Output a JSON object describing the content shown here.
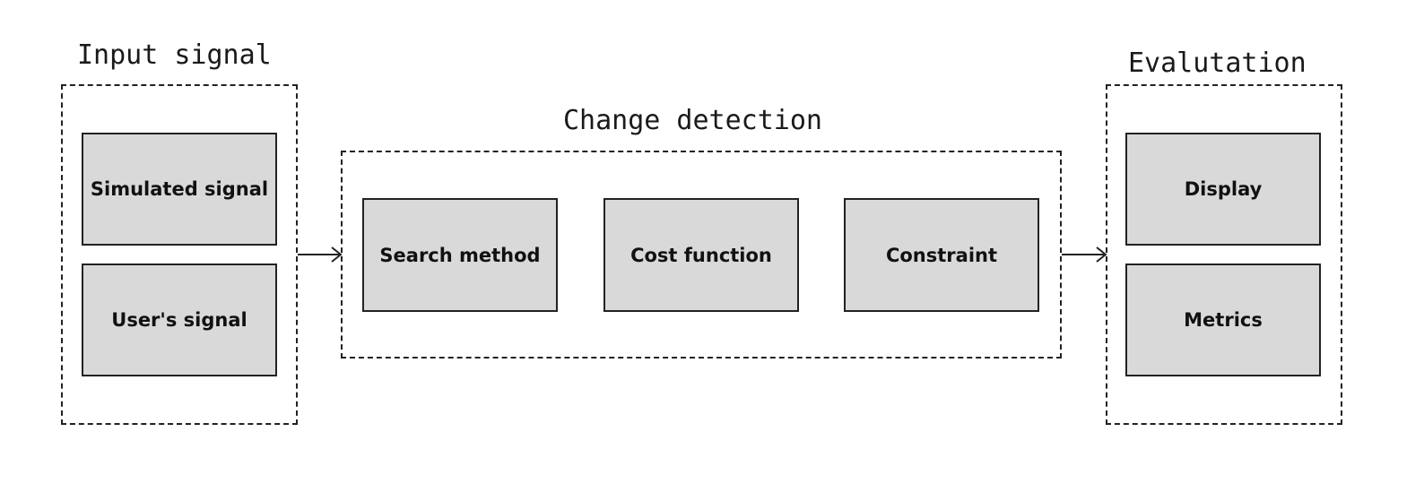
{
  "groups": {
    "input": {
      "title": "Input signal",
      "blocks": [
        "Simulated signal",
        "User's signal"
      ]
    },
    "detection": {
      "title": "Change detection",
      "blocks": [
        "Search method",
        "Cost function",
        "Constraint"
      ]
    },
    "evaluation": {
      "title": "Evalutation",
      "blocks": [
        "Display",
        "Metrics"
      ]
    }
  },
  "colors": {
    "block_fill": "#d9d9d9",
    "stroke": "#222222"
  }
}
